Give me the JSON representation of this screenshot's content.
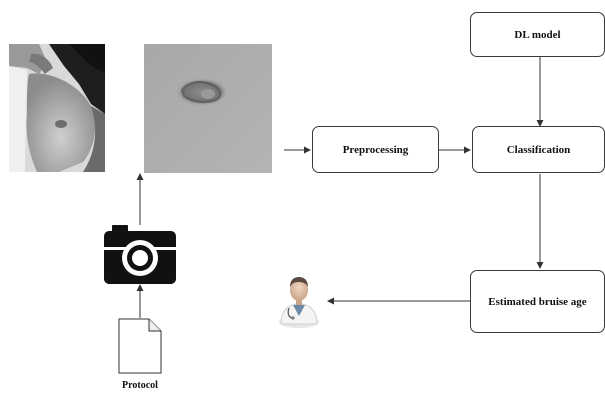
{
  "nodes": {
    "dl_model": "DL model",
    "preprocessing": "Preprocessing",
    "classification": "Classification",
    "estimated_age": "Estimated bruise age",
    "protocol": "Protocol"
  },
  "icons": {
    "camera": "camera-icon",
    "document": "document-icon",
    "doctor": "doctor-icon"
  }
}
